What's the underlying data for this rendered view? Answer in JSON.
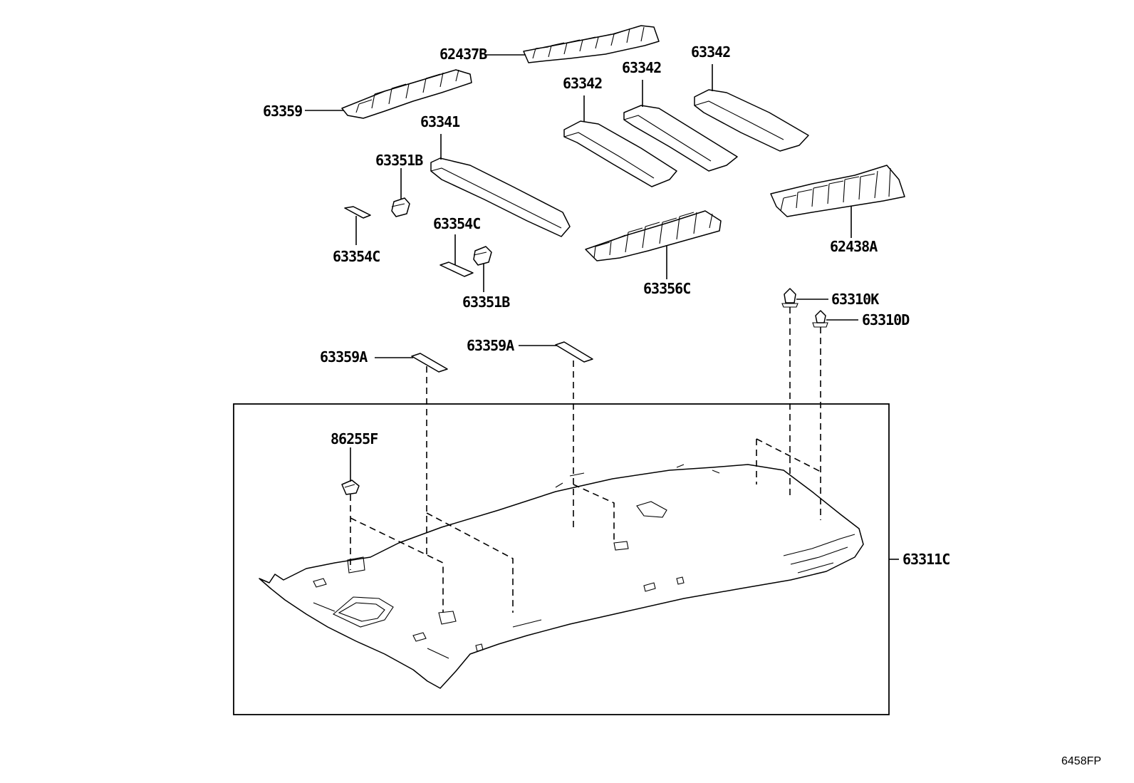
{
  "labels": {
    "p62437B": "62437B",
    "p63359": "63359",
    "p63341": "63341",
    "p63342a": "63342",
    "p63342b": "63342",
    "p63342c": "63342",
    "p63351B_top": "63351B",
    "p63354C_left": "63354C",
    "p63354C_mid": "63354C",
    "p63351B_bottom": "63351B",
    "p63356C": "63356C",
    "p62438A": "62438A",
    "p63310K": "63310K",
    "p63310D": "63310D",
    "p63359A_left": "63359A",
    "p63359A_right": "63359A",
    "p86255F": "86255F",
    "p63311C": "63311C"
  },
  "figure_code": "6458FP"
}
